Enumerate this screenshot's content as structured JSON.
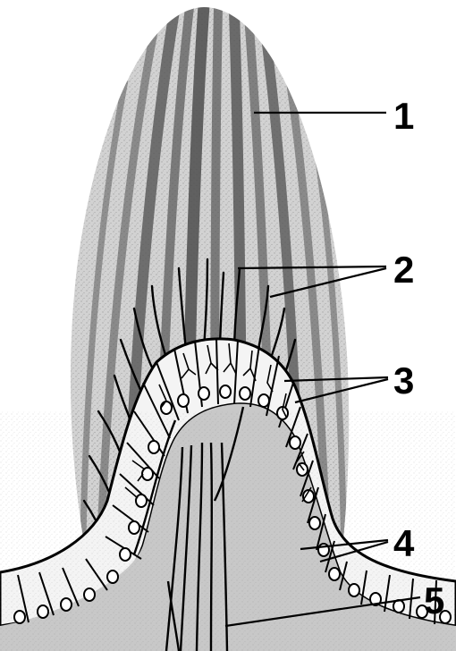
{
  "labels": {
    "one": "1",
    "two": "2",
    "three": "3",
    "four": "4",
    "five": "5"
  },
  "colors": {
    "background": "#ffffff",
    "cupula_light": "#d2d2d2",
    "cupula_stripe": "#7a7a7a",
    "cell_fill": "#f4f4f4",
    "connective": "#c8c8c8",
    "ink": "#000000"
  }
}
